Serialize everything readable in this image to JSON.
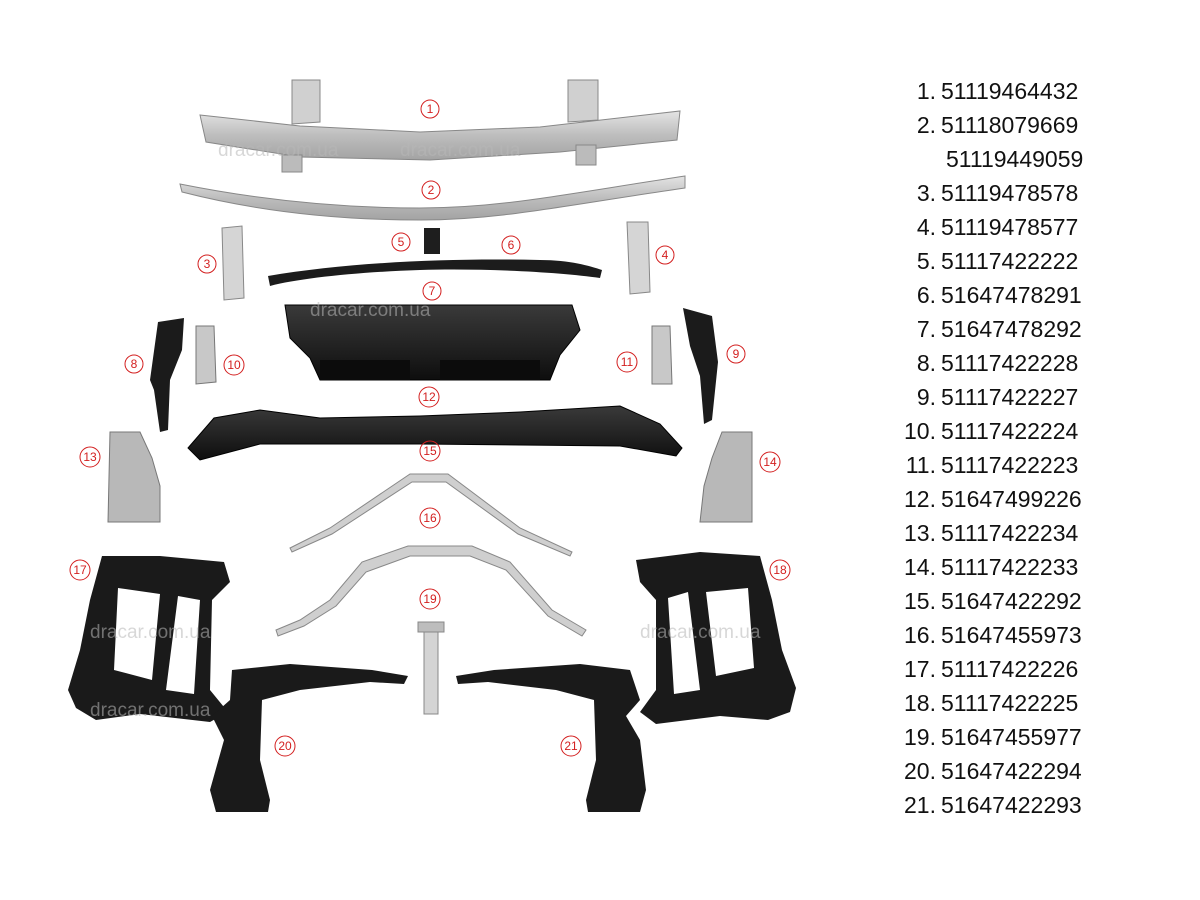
{
  "watermarks": [
    "dracar.com.ua",
    "dracar.com.ua",
    "dracar.com.ua",
    "dracar.com.ua",
    "dracar.com.ua",
    "dracar.com.ua"
  ],
  "parts": [
    {
      "num": "1.",
      "codes": [
        "51119464432"
      ]
    },
    {
      "num": "2.",
      "codes": [
        "51118079669",
        "51119449059"
      ]
    },
    {
      "num": "3.",
      "codes": [
        "51119478578"
      ]
    },
    {
      "num": "4.",
      "codes": [
        "51119478577"
      ]
    },
    {
      "num": "5.",
      "codes": [
        "51117422222"
      ]
    },
    {
      "num": "6.",
      "codes": [
        "51647478291"
      ]
    },
    {
      "num": "7.",
      "codes": [
        "51647478292"
      ]
    },
    {
      "num": "8.",
      "codes": [
        "51117422228"
      ]
    },
    {
      "num": "9.",
      "codes": [
        "51117422227"
      ]
    },
    {
      "num": "10.",
      "codes": [
        "51117422224"
      ]
    },
    {
      "num": "11.",
      "codes": [
        "51117422223"
      ]
    },
    {
      "num": "12.",
      "codes": [
        "51647499226"
      ]
    },
    {
      "num": "13.",
      "codes": [
        "51117422234"
      ]
    },
    {
      "num": "14.",
      "codes": [
        "51117422233"
      ]
    },
    {
      "num": "15.",
      "codes": [
        "51647422292"
      ]
    },
    {
      "num": "16.",
      "codes": [
        "51647455973"
      ]
    },
    {
      "num": "17.",
      "codes": [
        "51117422226"
      ]
    },
    {
      "num": "18.",
      "codes": [
        "51117422225"
      ]
    },
    {
      "num": "19.",
      "codes": [
        "51647455977"
      ]
    },
    {
      "num": "20.",
      "codes": [
        "51647422294"
      ]
    },
    {
      "num": "21.",
      "codes": [
        "51647422293"
      ]
    }
  ],
  "callouts": [
    "1",
    "2",
    "3",
    "4",
    "5",
    "6",
    "7",
    "8",
    "9",
    "10",
    "11",
    "12",
    "13",
    "14",
    "15",
    "16",
    "17",
    "18",
    "19",
    "20",
    "21"
  ],
  "colors": {
    "callout": "#d32020",
    "metal": "#c9c9c9",
    "dark_part": "#1b1b1b",
    "text": "#111111"
  }
}
